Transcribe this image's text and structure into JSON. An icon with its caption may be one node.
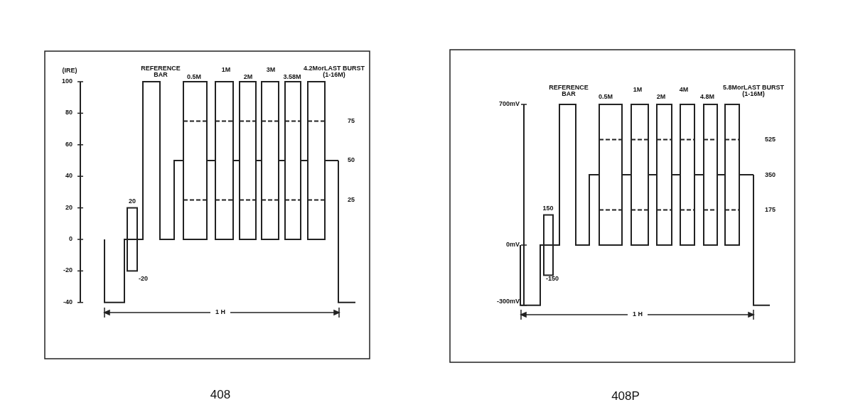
{
  "diagram": {
    "labels": [
      "(IRE)",
      "REFERENCE BAR",
      "0.5M",
      "1M",
      "2M",
      "3M",
      "3.58M",
      "4.2MorLAST BURST (1-16M)",
      "100",
      "80",
      "75",
      "60",
      "40",
      "50",
      "20",
      "25",
      "20",
      "0",
      "-20",
      "-20",
      "-40",
      "1 H",
      "408",
      "REFERENCE BAR",
      "0.5M",
      "1M",
      "2M",
      "4M",
      "4.8M",
      "5.8MorLAST BURST (1-16M)",
      "700mV",
      "525",
      "350",
      "150",
      "175",
      "0mV",
      "-150",
      "-300mV",
      "1 H",
      "408P"
    ]
  }
}
